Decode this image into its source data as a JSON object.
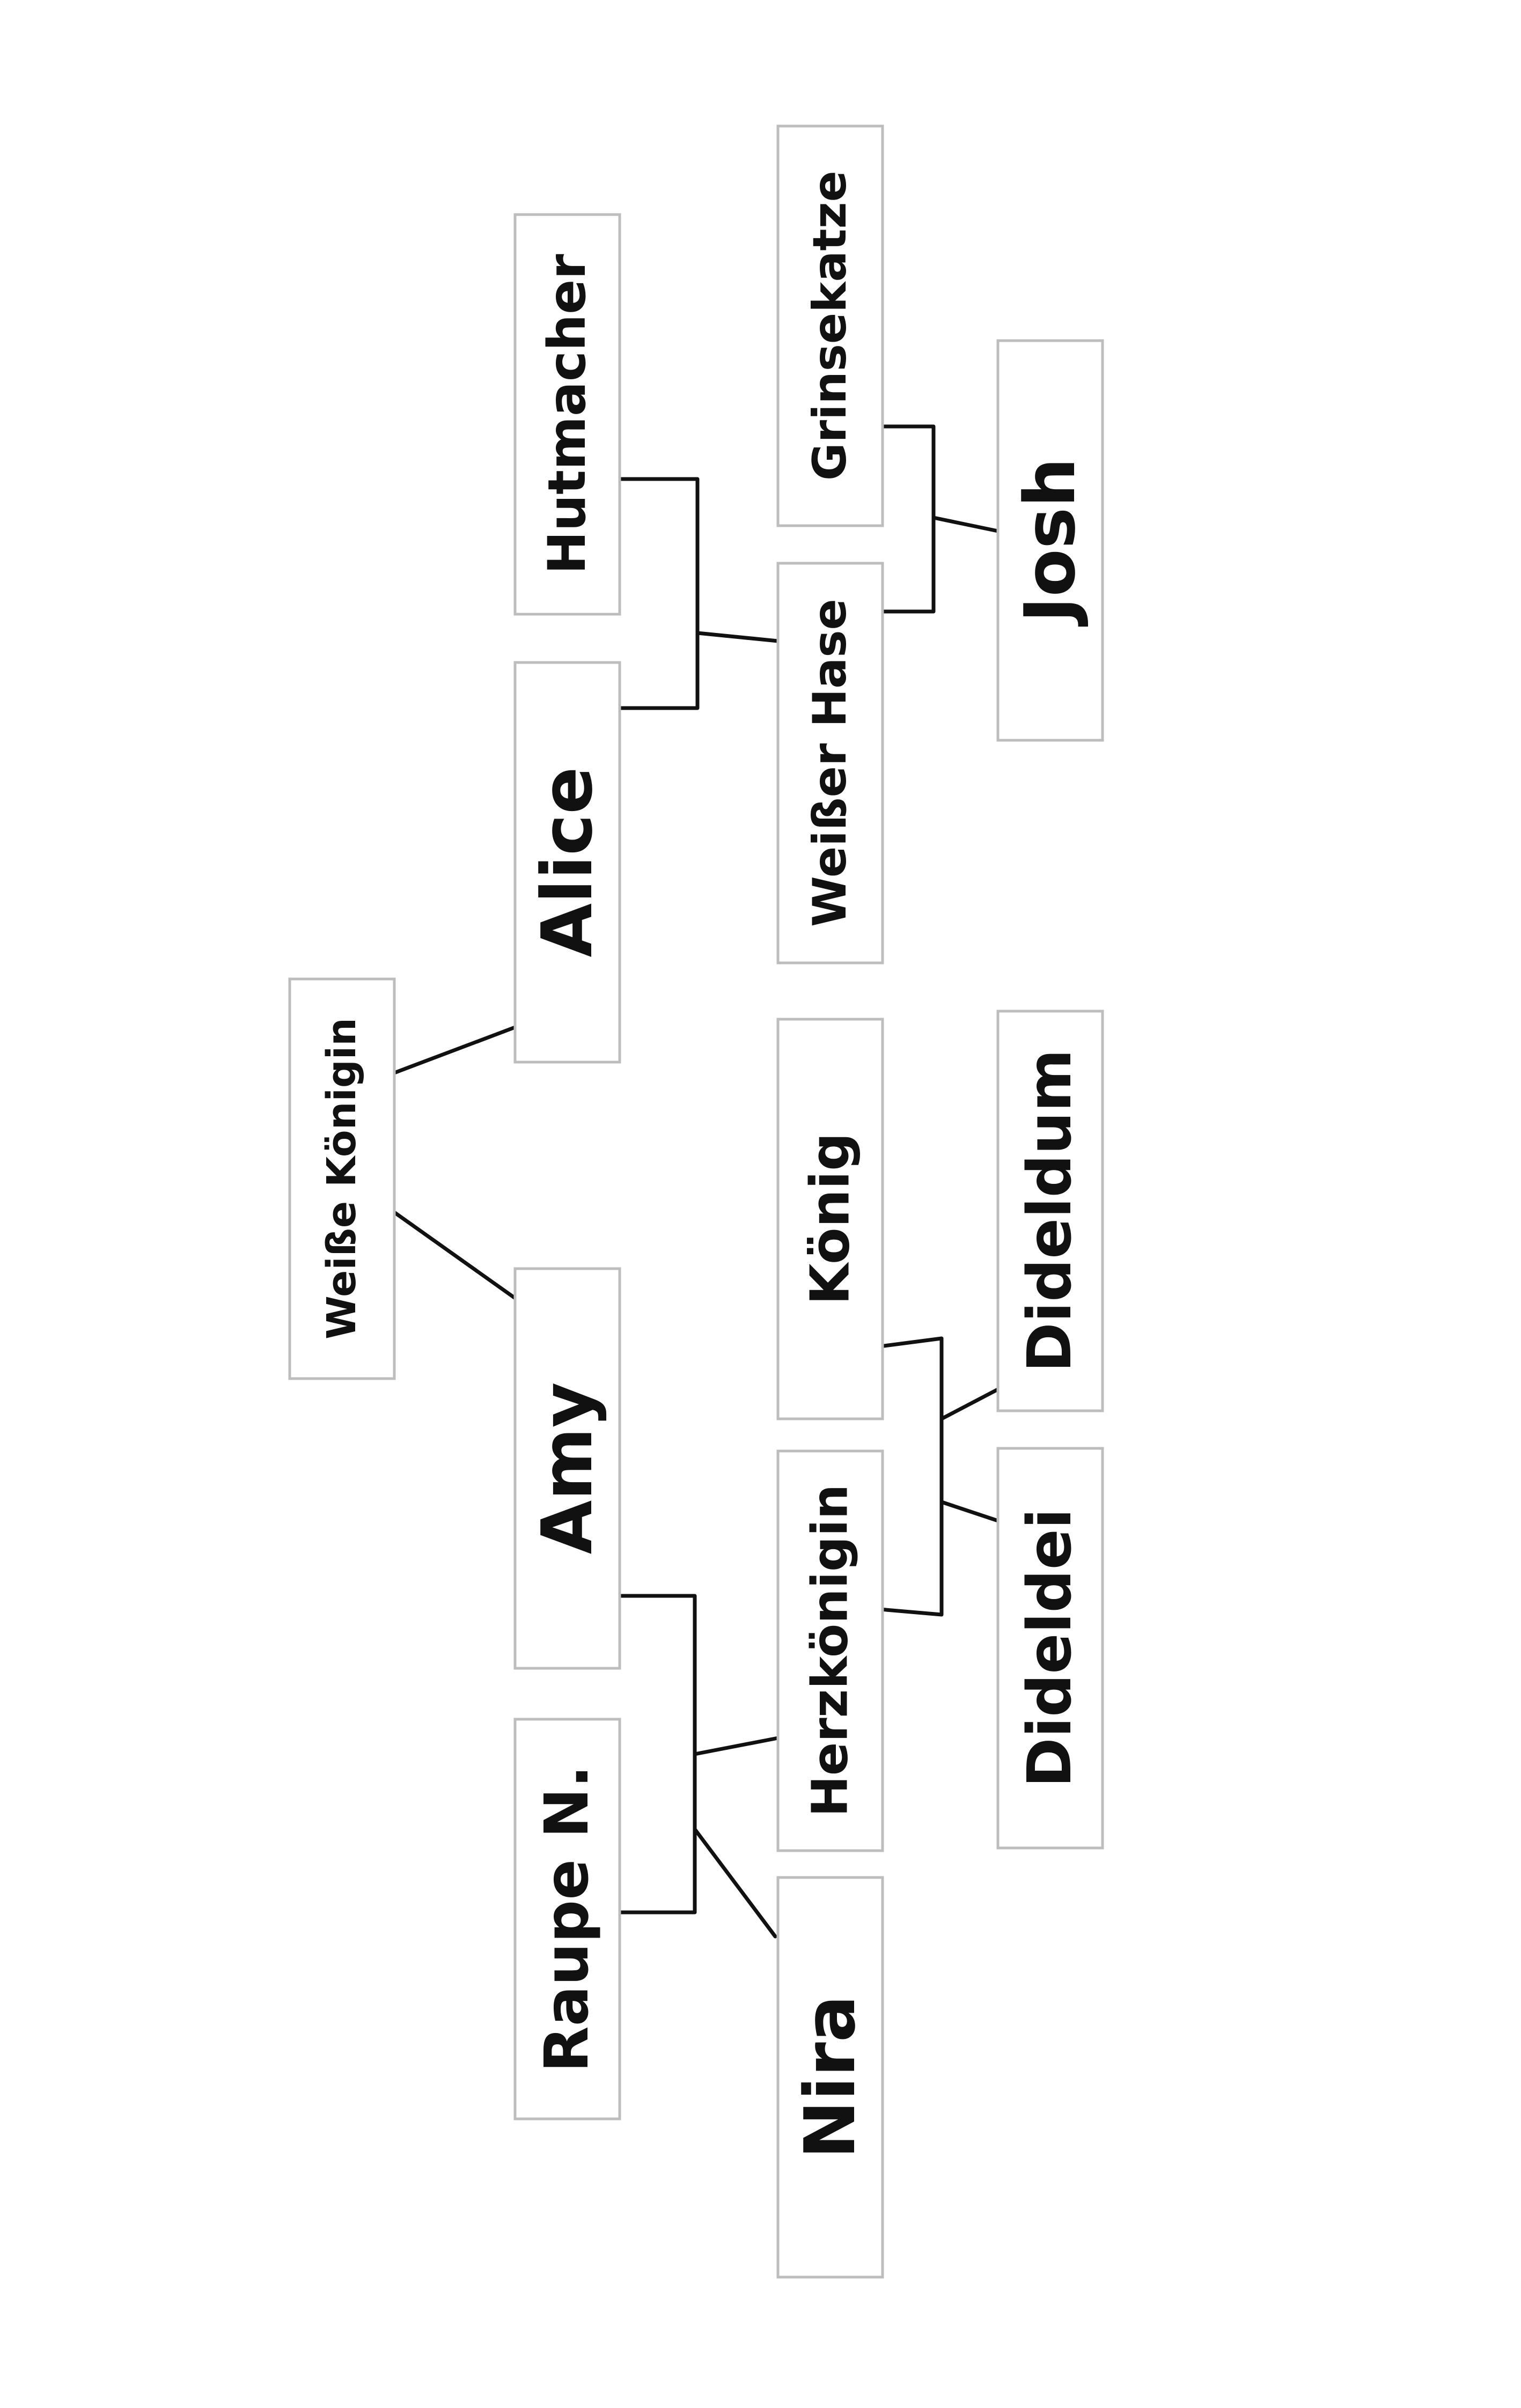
{
  "nodes": {
    "weisse_koenigin": "Weiße Königin",
    "alice": "Alice",
    "amy": "Amy",
    "hutmacher": "Hutmacher",
    "grinsekatze": "Grinsekatze",
    "weisser_hase": "Weißer Hase",
    "josh": "Josh",
    "koenig": "König",
    "herzkoenigin": "Herzkönigin",
    "dideldum": "Dideldum",
    "dideldei": "Dideldei",
    "raupe_n": "Raupe N.",
    "nira": "Nira"
  }
}
